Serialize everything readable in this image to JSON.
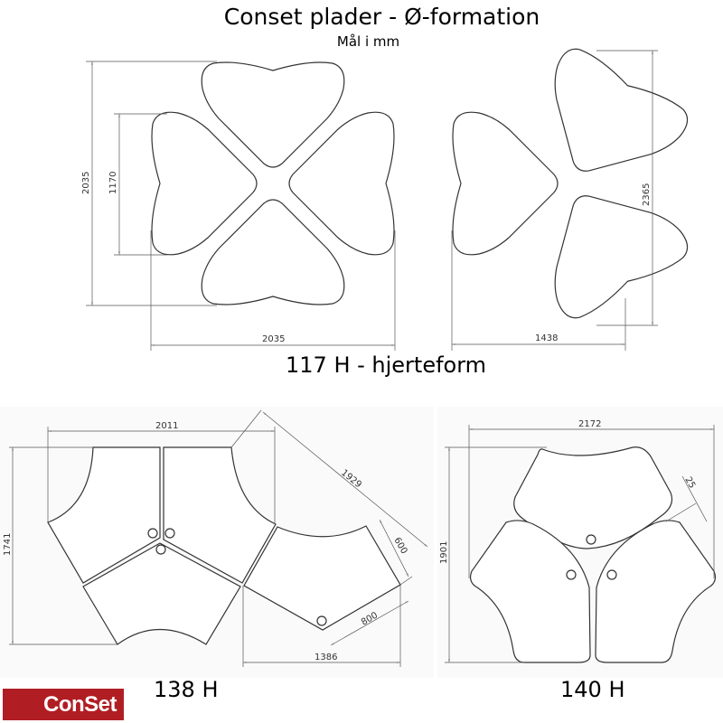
{
  "header": {
    "title": "Conset plader - Ø-formation",
    "subtitle": "Mål i mm"
  },
  "heart_section": {
    "caption": "117 H - hjerteform",
    "dims": {
      "left_height": "2035",
      "inner_height": "1170",
      "width": "2035",
      "right_height": "2365",
      "right_width": "1438"
    }
  },
  "section_138": {
    "caption": "138 H",
    "dims": {
      "width": "2011",
      "height": "1741",
      "diagonal": "1929",
      "depth": "600",
      "edge": "800",
      "bottom_width": "1386"
    }
  },
  "section_140": {
    "caption": "140 H",
    "dims": {
      "width": "2172",
      "height": "1901",
      "gap": "25"
    }
  },
  "logo": {
    "text": "ConSet",
    "color": "#b01e24"
  }
}
